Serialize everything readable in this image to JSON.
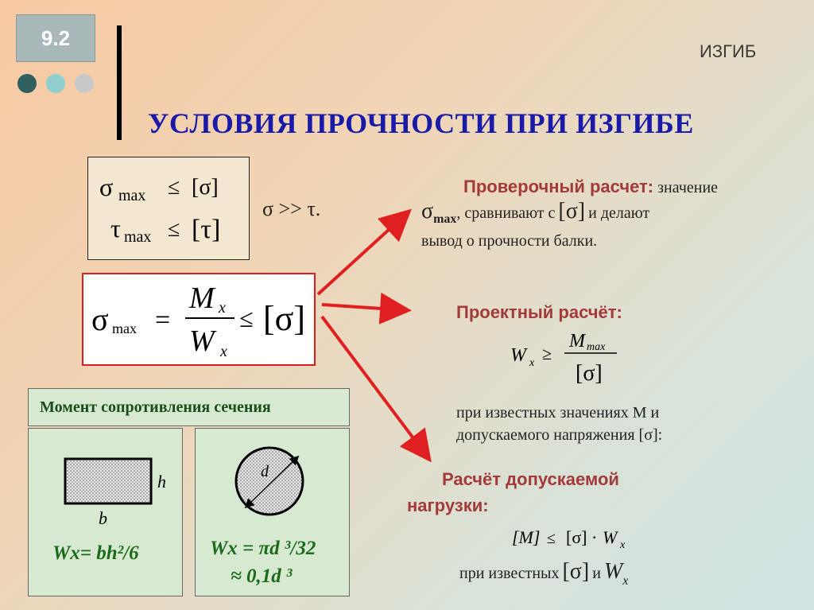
{
  "header": {
    "slide_number": "9.2",
    "topic": "ИЗГИБ",
    "title": "УСЛОВИЯ ПРОЧНОСТИ ПРИ ИЗГИБЕ",
    "dot_colors": [
      "#2f5f5f",
      "#8fcfcf",
      "#c8c8c8"
    ]
  },
  "conditions": {
    "sigma_line": {
      "sym": "σ",
      "sub": "max",
      "rel": "≤",
      "rhs": "[σ]"
    },
    "tau_line": {
      "sym": "τ",
      "sub": "max",
      "rel": "≤",
      "rhs": "[τ]"
    },
    "note": "σ >> τ."
  },
  "main_formula": {
    "lhs_sym": "σ",
    "lhs_sub": "max",
    "eq": "=",
    "num": "M",
    "num_sub": "x",
    "den": "W",
    "den_sub": "x",
    "rel": "≤",
    "rhs": "[σ]"
  },
  "moment": {
    "title": "Момент сопротивления сечения",
    "rect": {
      "h_label": "h",
      "b_label": "b",
      "formula": "Wx= bh²/6"
    },
    "circle": {
      "d_label": "d",
      "formula_line1": "Wx = πd ³/32",
      "formula_line2": "≈ 0,1d ³"
    }
  },
  "check_calc": {
    "heading": "Проверочный расчет:",
    "text1": " значение",
    "sym": "σ",
    "sub": "max",
    "text2": ", сравнивают с",
    "bracket": "[σ]",
    "text3": "и делают",
    "text4": "вывод о прочности балки."
  },
  "design_calc": {
    "heading": "Проектный расчёт:",
    "lhs": "W",
    "lhs_sub": "x",
    "rel": "≥",
    "num": "M",
    "num_sub": "max",
    "den": "[σ]",
    "text1": "при известных значениях М и",
    "text2": "допускаемого напряжения [σ]:"
  },
  "load_calc": {
    "heading1": "Расчёт допускаемой",
    "heading2": "нагрузки:",
    "formula_lhs": "[M]",
    "rel": "≤",
    "mid": "[σ]",
    "dot": "·",
    "rhs": "W",
    "rhs_sub": "x",
    "text1": "при известных",
    "bracket": "[σ]",
    "text2": "и",
    "w": "W",
    "w_sub": "x"
  },
  "colors": {
    "title": "#1a1aa8",
    "arrow": "#e02020",
    "head_red": "#a33a3a",
    "green": "#1b6b1b"
  }
}
